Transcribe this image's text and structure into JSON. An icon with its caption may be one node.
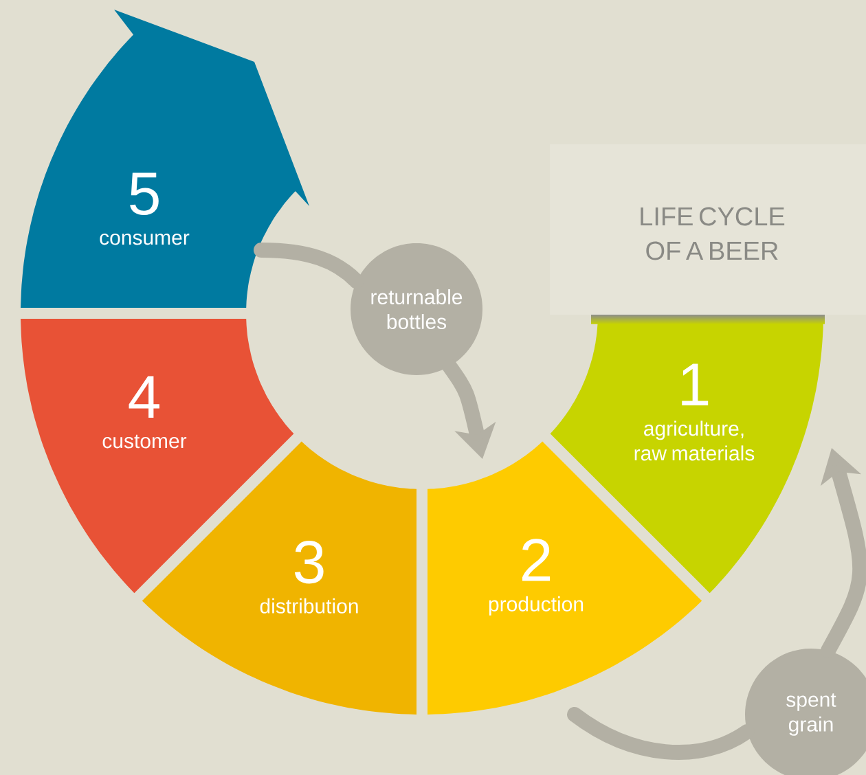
{
  "diagram": {
    "title": "LIFE CYCLE OF A BEER",
    "nodes": [
      {
        "text": [
          "1",
          "agriculture, raw materials"
        ]
      },
      {
        "text": [
          "2",
          "production"
        ]
      },
      {
        "text": [
          "3",
          "distribution"
        ]
      },
      {
        "text": [
          "4",
          "customer"
        ]
      },
      {
        "text": [
          "5",
          "consumer"
        ]
      },
      {
        "text": [
          "returnable bottles"
        ]
      },
      {
        "text": [
          "spent grain"
        ]
      }
    ],
    "edges": [
      {
        "from": 4,
        "to": 5,
        "arrow": "none"
      },
      {
        "from": 5,
        "to": 1,
        "arrow": "to"
      },
      {
        "from": 1,
        "to": 6,
        "arrow": "none"
      },
      {
        "from": 6,
        "to": 0,
        "arrow": "to"
      }
    ]
  }
}
